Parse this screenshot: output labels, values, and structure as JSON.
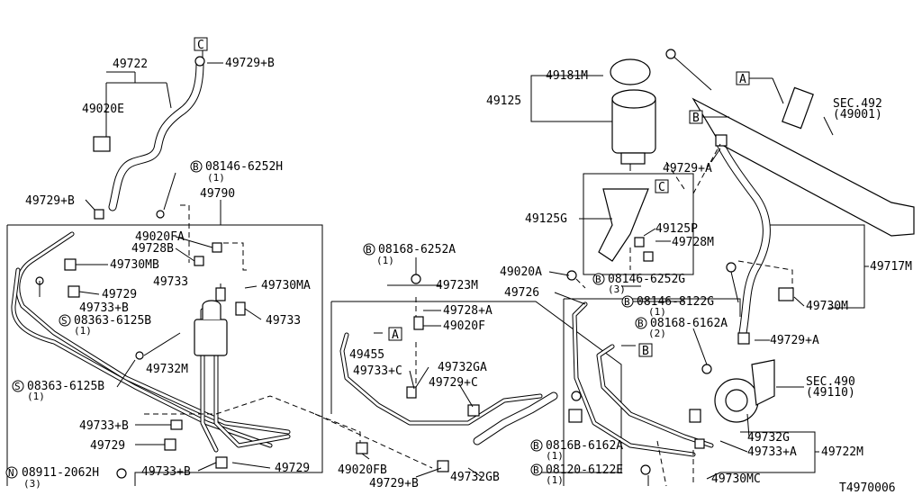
{
  "diagram_id": "T4970006",
  "references": {
    "a": "A",
    "b": "B",
    "c": "C"
  },
  "parts": {
    "p49722": "49722",
    "p49729b_top": "49729+B",
    "p49020e": "49020E",
    "bolt_08146_6252h": "08146-6252H",
    "bolt_08146_6252h_qty": "(1)",
    "p49729b_left": "49729+B",
    "p49790": "49790",
    "p49020fa": "49020FA",
    "p49728b": "49728B",
    "p49730mb": "49730MB",
    "p49729_a": "49729",
    "p49733b_a": "49733+B",
    "screw_08363_6125b_a": "08363-6125B",
    "screw_08363_6125b_a_qty": "(1)",
    "p49733_a": "49733",
    "p49730ma": "49730MA",
    "p49733_b": "49733",
    "p49732m": "49732M",
    "screw_08363_6125b_b": "08363-6125B",
    "screw_08363_6125b_b_qty": "(1)",
    "p49733b_b": "49733+B",
    "p49729_b": "49729",
    "nut_08911_2062h": "08911-2062H",
    "nut_08911_2062h_qty": "(3)",
    "p49733b_c": "49733+B",
    "p49729_c": "49729",
    "p49020fb": "49020FB",
    "p49729b_bottom": "49729+B",
    "p49732gb": "49732GB",
    "bolt_08168_6252a": "08168-6252A",
    "bolt_08168_6252a_qty": "(1)",
    "p49723m": "49723M",
    "p49728a": "49728+A",
    "p49020f": "49020F",
    "p49455": "49455",
    "p49733c": "49733+C",
    "p49732ga": "49732GA",
    "p49729c": "49729+C",
    "p49125": "49125",
    "p49181m": "49181M",
    "p49125g": "49125G",
    "p49125p": "49125P",
    "p49728m": "49728M",
    "p49020a": "49020A",
    "bolt_08146_6252g": "08146-6252G",
    "bolt_08146_6252g_qty": "(3)",
    "p49726": "49726",
    "bolt_08146_8122g": "08146-8122G",
    "bolt_08146_8122g_qty": "(1)",
    "bolt_08168_6162a": "08168-6162A",
    "bolt_08168_6162a_qty": "(2)",
    "bolt_0816b_6162a": "0816B-6162A",
    "bolt_0816b_6162a_qty": "(1)",
    "bolt_08120_6122e": "08120-6122E",
    "bolt_08120_6122e_qty": "(1)",
    "p49730mc": "49730MC",
    "p49732g": "49732G",
    "p49733a": "49733+A",
    "p49722m": "49722M",
    "p49729a_top": "49729+A",
    "p49717m": "49717M",
    "p49730m": "49730M",
    "p49729a_right": "49729+A",
    "sec492": "SEC.492",
    "sec492_sub": "(49001)",
    "sec490": "SEC.490",
    "sec490_sub": "(49110)"
  },
  "symbols": {
    "bolt_prefix": "B",
    "screw_prefix": "S",
    "nut_prefix": "N"
  }
}
